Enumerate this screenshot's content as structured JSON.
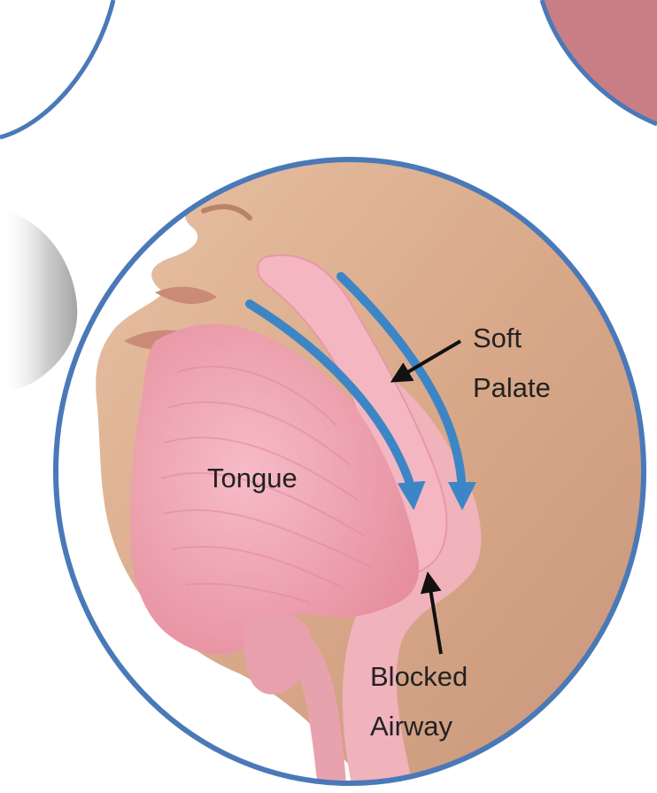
{
  "labels": {
    "tongue": "Tongue",
    "soft_palate_line1": "Soft",
    "soft_palate_line2": "Palate",
    "blocked_airway_line1": "Blocked",
    "blocked_airway_line2": "Airway"
  },
  "colors": {
    "frame_blue": "#4a79b8",
    "airflow_arrow": "#3d86c6",
    "skin": "#d9a98a",
    "tissue_pink": "#efa5b1",
    "background": "#ffffff"
  }
}
